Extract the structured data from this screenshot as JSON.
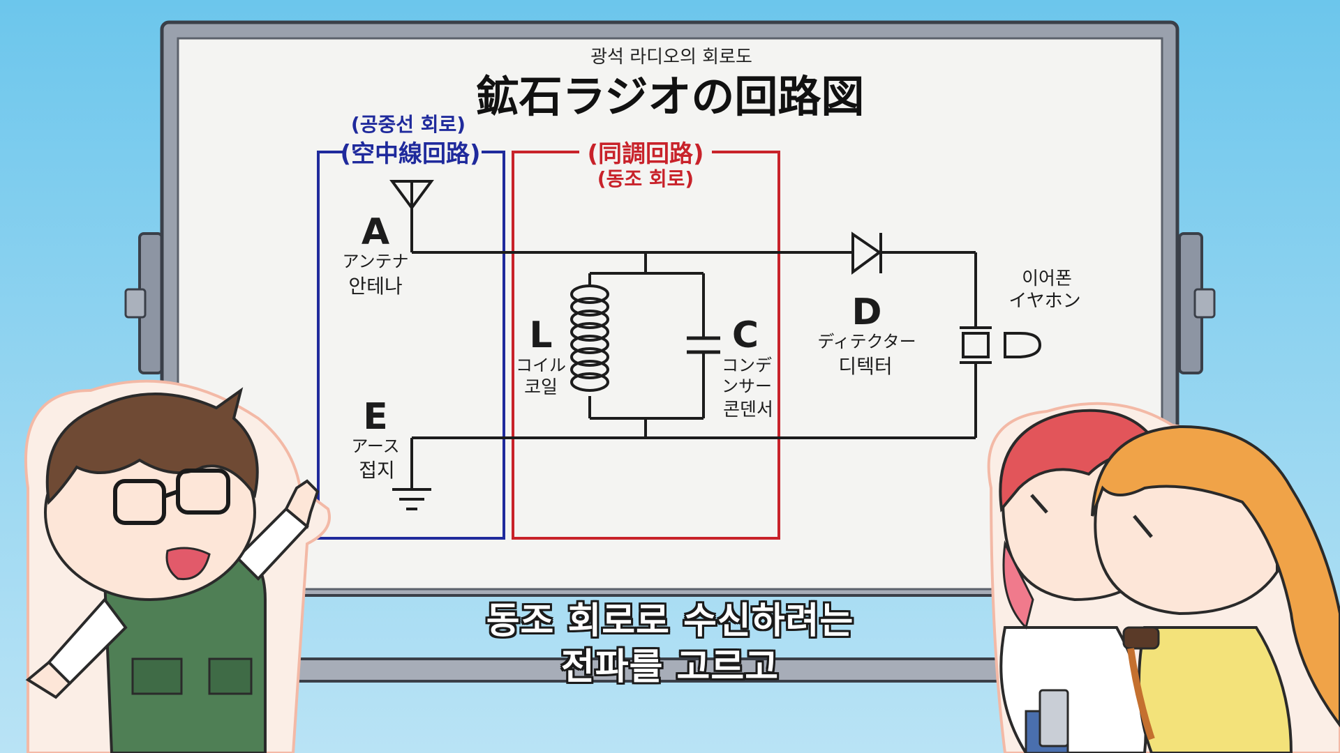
{
  "board": {
    "subtitle_ko": "광석 라디오의 회로도",
    "title_ja": "鉱石ラジオの回路図"
  },
  "aerial_circuit": {
    "label_ko": "(공중선 회로)",
    "label_ja": "(空中線回路)",
    "color": "#1f2a9c"
  },
  "tuning_circuit": {
    "label_ja": "(同調回路)",
    "label_ko": "(동조 회로)",
    "color": "#c8222a"
  },
  "components": {
    "antenna": {
      "letter": "A",
      "ja": "アンテナ",
      "ko": "안테나"
    },
    "coil": {
      "letter": "L",
      "ja": "コイル",
      "ko": "코일"
    },
    "capacitor": {
      "letter": "C",
      "ja_1": "コンデ",
      "ja_2": "ンサー",
      "ko": "콘덴서"
    },
    "detector": {
      "letter": "D",
      "ja": "ディテクター",
      "ko": "디텍터"
    },
    "earphone": {
      "ko": "이어폰",
      "ja": "イヤホン"
    },
    "earth": {
      "letter": "E",
      "ja": "アース",
      "ko": "접지"
    }
  },
  "subtitles": {
    "line1": "동조 회로로 수신하려는",
    "line2": "전파를 고르고"
  }
}
